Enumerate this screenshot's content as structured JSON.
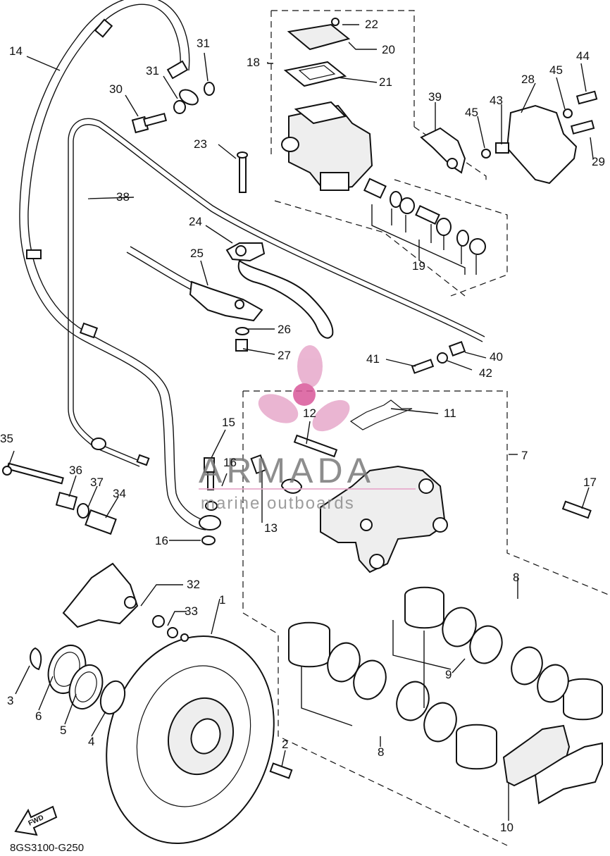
{
  "diagram": {
    "part_numbers": [
      "1",
      "2",
      "3",
      "4",
      "5",
      "6",
      "7",
      "8",
      "9",
      "10",
      "11",
      "12",
      "13",
      "14",
      "15",
      "16",
      "17",
      "19",
      "20",
      "21",
      "22",
      "23",
      "24",
      "25",
      "26",
      "27",
      "28",
      "29",
      "30",
      "31",
      "32",
      "33",
      "34",
      "35",
      "36",
      "37",
      "38",
      "39",
      "40",
      "41",
      "42",
      "43",
      "44",
      "45"
    ],
    "labels": {
      "n1": "1",
      "n2": "2",
      "n3": "3",
      "n4": "4",
      "n5": "5",
      "n6": "6",
      "n7": "7",
      "n8": "8",
      "n9": "9",
      "n10": "10",
      "n11": "11",
      "n12": "12",
      "n13": "13",
      "n14": "14",
      "n15": "15",
      "n16": "16",
      "n17": "17",
      "n18": "18",
      "n19": "19",
      "n20": "20",
      "n21": "21",
      "n22": "22",
      "n23": "23",
      "n24": "24",
      "n25": "25",
      "n26": "26",
      "n27": "27",
      "n28": "28",
      "n29": "29",
      "n30": "30",
      "n31": "31",
      "n32": "32",
      "n33": "33",
      "n34": "34",
      "n35": "35",
      "n36": "36",
      "n37": "37",
      "n38": "38",
      "n39": "39",
      "n40": "40",
      "n41": "41",
      "n42": "42",
      "n43": "43",
      "n44": "44",
      "n45": "45"
    },
    "drawing_code": "8GS3100-G250",
    "fwd_arrow_label": "FWD"
  },
  "watermark": {
    "title": "ARMADA",
    "subtitle": "marine outboards",
    "logo_color": "#e7a9cb"
  },
  "colors": {
    "line": "#111111",
    "background": "#ffffff"
  }
}
